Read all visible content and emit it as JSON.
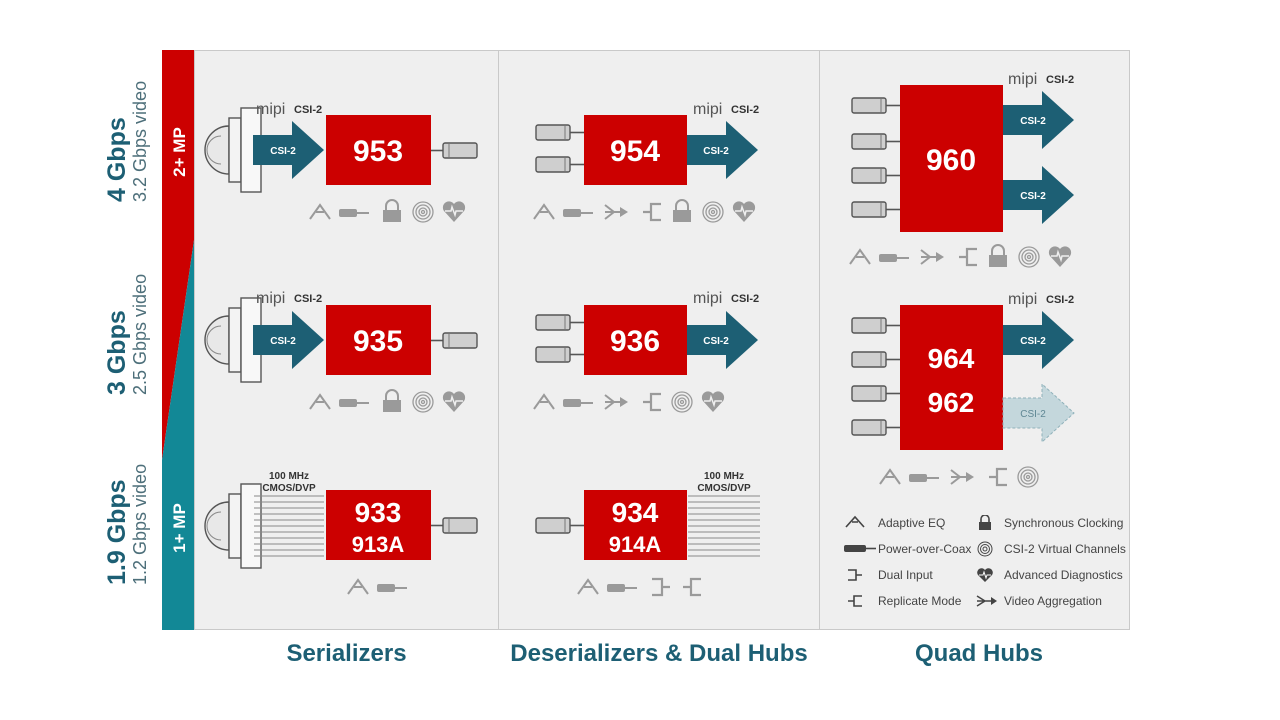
{
  "rows": [
    {
      "rate": "4 Gbps",
      "video": "3.2 Gbps video"
    },
    {
      "rate": "3 Gbps",
      "video": "2.5 Gbps video"
    },
    {
      "rate": "1.9 Gbps",
      "video": "1.2 Gbps video"
    }
  ],
  "mp_labels": {
    "high": "2+ MP",
    "low": "1+ MP"
  },
  "columns": [
    "Serializers",
    "Deserializers & Dual Hubs",
    "Quad Hubs"
  ],
  "chips": {
    "c953": [
      "953"
    ],
    "c935": [
      "935"
    ],
    "c933": [
      "933",
      "913A"
    ],
    "c954": [
      "954"
    ],
    "c936": [
      "936"
    ],
    "c934": [
      "934",
      "914A"
    ],
    "c960": [
      "960"
    ],
    "c964": [
      "964",
      "962"
    ]
  },
  "arrow_label": "CSI-2",
  "mipi_brand": "mipi",
  "mipi_suffix": "CSI-2",
  "parallel_label": [
    "100 MHz",
    "CMOS/DVP"
  ],
  "legend": [
    {
      "icon": "adaptive-eq-icon",
      "label": "Adaptive EQ"
    },
    {
      "icon": "power-over-coax-icon",
      "label": "Power-over-Coax"
    },
    {
      "icon": "dual-input-icon",
      "label": "Dual Input"
    },
    {
      "icon": "replicate-mode-icon",
      "label": "Replicate Mode"
    },
    {
      "icon": "sync-clock-lock-icon",
      "label": "Synchronous Clocking"
    },
    {
      "icon": "virtual-channels-fingerprint-icon",
      "label": "CSI-2 Virtual Channels"
    },
    {
      "icon": "diagnostics-heart-icon",
      "label": "Advanced Diagnostics"
    },
    {
      "icon": "video-aggregation-icon",
      "label": "Video Aggregation"
    }
  ],
  "colors": {
    "chip": "#cc0000",
    "arrow": "#1d5f74",
    "arrow_faded": "#c4d7dc",
    "icon": "#9a9a9a",
    "teal": "#128896"
  }
}
